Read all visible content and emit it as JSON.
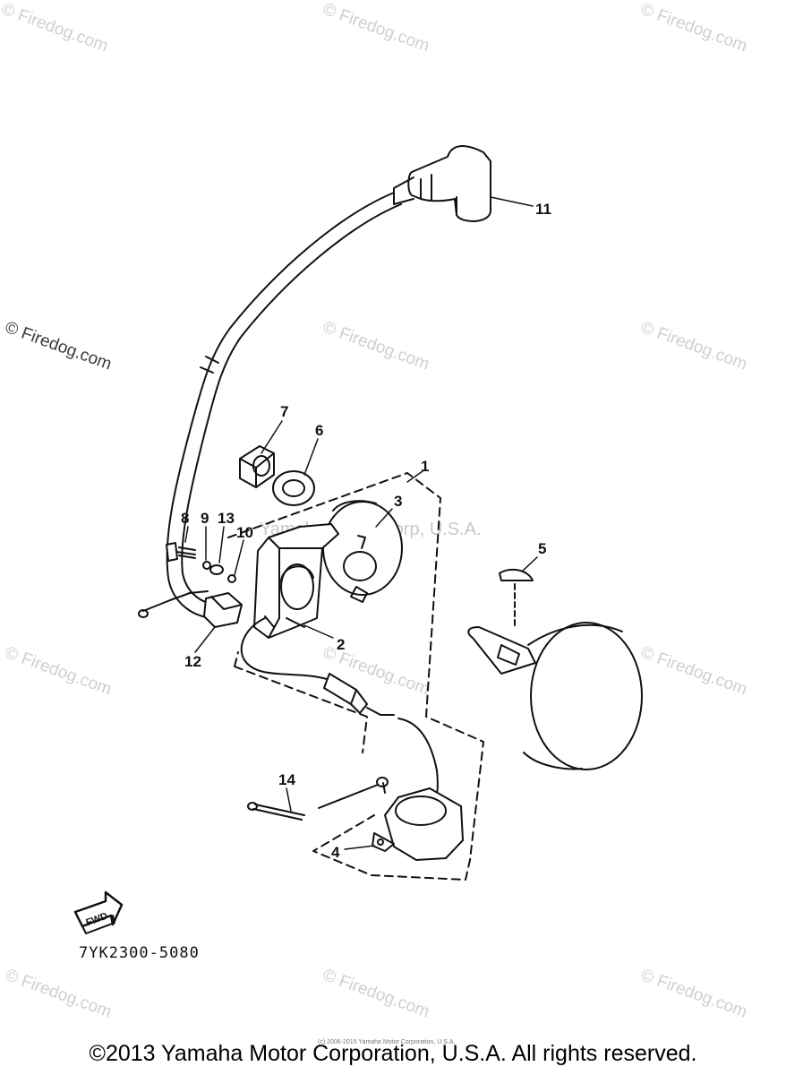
{
  "diagram": {
    "part_code": "7YK2300-5080",
    "copyright": "©2013 Yamaha Motor Corporation, U.S.A. All rights reserved.",
    "center_watermark": "Yamaha Motor Corp, U.S.A.",
    "tiny_text": "(c) 2006-2015 Yamaha Motor Corporation, U.S.A.",
    "watermark": "© Firedog.com",
    "fwd_label": "FWD",
    "callouts": [
      "1",
      "2",
      "3",
      "4",
      "5",
      "6",
      "7",
      "8",
      "9",
      "10",
      "11",
      "12",
      "13",
      "14"
    ]
  }
}
